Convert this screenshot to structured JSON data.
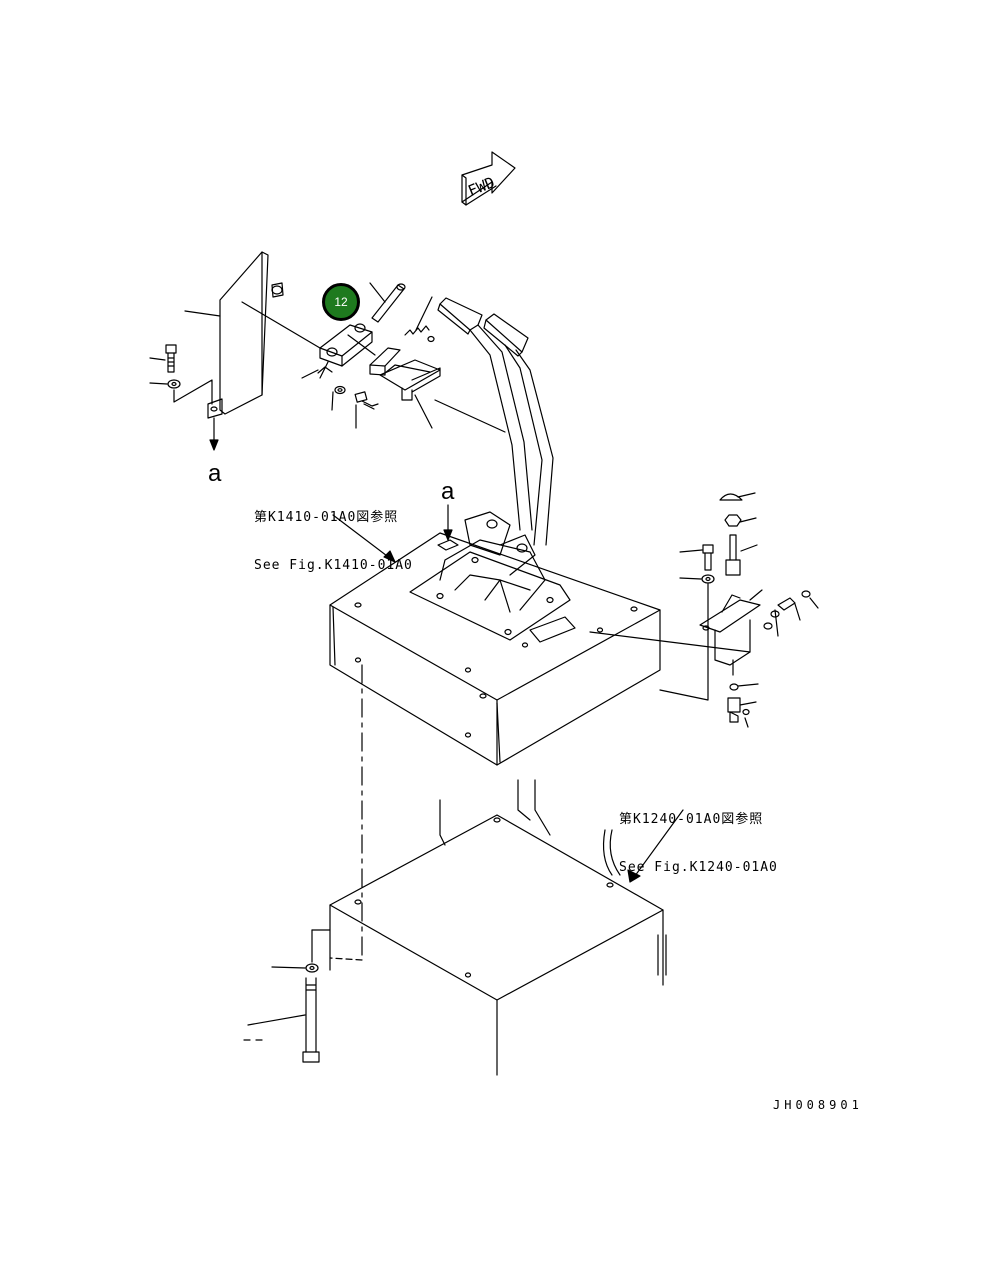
{
  "fwd_label": "FWD",
  "callout": {
    "number": "12",
    "color": "#1e7a1e"
  },
  "ref_top": {
    "line1": "第K1410-01A0図参照",
    "line2": "See Fig.K1410-01A0"
  },
  "ref_bottom": {
    "line1": "第K1240-01A0図参照",
    "line2": "See Fig.K1240-01A0"
  },
  "marker_a": "a",
  "drawing_id": "JH008901"
}
